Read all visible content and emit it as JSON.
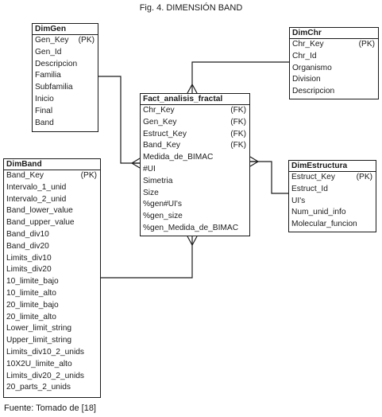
{
  "figure_title": "Fig. 4. DIMENSIÓN BAND",
  "source": "Fuente: Tomado de [18]",
  "entities": {
    "dimgen": {
      "name": "DimGen",
      "fields": [
        {
          "name": "Gen_Key",
          "key": "(PK)"
        },
        {
          "name": "Gen_Id",
          "key": ""
        },
        {
          "name": "Descripcion",
          "key": ""
        },
        {
          "name": "Familia",
          "key": ""
        },
        {
          "name": "Subfamilia",
          "key": ""
        },
        {
          "name": "Inicio",
          "key": ""
        },
        {
          "name": "Final",
          "key": ""
        },
        {
          "name": "Band",
          "key": ""
        }
      ]
    },
    "dimchr": {
      "name": "DimChr",
      "fields": [
        {
          "name": "Chr_Key",
          "key": "(PK)"
        },
        {
          "name": "Chr_Id",
          "key": ""
        },
        {
          "name": "Organismo",
          "key": ""
        },
        {
          "name": "Division",
          "key": ""
        },
        {
          "name": "Descripcion",
          "key": ""
        }
      ]
    },
    "fact": {
      "name": "Fact_analisis_fractal",
      "fields": [
        {
          "name": "Chr_Key",
          "key": "(FK)"
        },
        {
          "name": "Gen_Key",
          "key": "(FK)"
        },
        {
          "name": "Estruct_Key",
          "key": "(FK)"
        },
        {
          "name": "Band_Key",
          "key": "(FK)"
        },
        {
          "name": "Medida_de_BIMAC",
          "key": ""
        },
        {
          "name": "#UI",
          "key": ""
        },
        {
          "name": "Simetria",
          "key": ""
        },
        {
          "name": "Size",
          "key": ""
        },
        {
          "name": "%gen#UI's",
          "key": ""
        },
        {
          "name": "%gen_size",
          "key": ""
        },
        {
          "name": "%gen_Medida_de_BIMAC",
          "key": ""
        }
      ]
    },
    "dimestructura": {
      "name": "DimEstructura",
      "fields": [
        {
          "name": "Estruct_Key",
          "key": "(PK)"
        },
        {
          "name": "Estruct_Id",
          "key": ""
        },
        {
          "name": "UI's",
          "key": ""
        },
        {
          "name": "Num_unid_info",
          "key": ""
        },
        {
          "name": "Molecular_funcion",
          "key": ""
        }
      ]
    },
    "dimband": {
      "name": "DimBand",
      "fields": [
        {
          "name": "Band_Key",
          "key": "(PK)"
        },
        {
          "name": "Intervalo_1_unid",
          "key": ""
        },
        {
          "name": "Intervalo_2_unid",
          "key": ""
        },
        {
          "name": "Band_lower_value",
          "key": ""
        },
        {
          "name": "Band_upper_value",
          "key": ""
        },
        {
          "name": "Band_div10",
          "key": ""
        },
        {
          "name": "Band_div20",
          "key": ""
        },
        {
          "name": "Limits_div10",
          "key": ""
        },
        {
          "name": "Limits_div20",
          "key": ""
        },
        {
          "name": "10_limite_bajo",
          "key": ""
        },
        {
          "name": "10_limite_alto",
          "key": ""
        },
        {
          "name": "20_limite_bajo",
          "key": ""
        },
        {
          "name": "20_limite_alto",
          "key": ""
        },
        {
          "name": "Lower_limit_string",
          "key": ""
        },
        {
          "name": "Upper_limit_string",
          "key": ""
        },
        {
          "name": "Limits_div10_2_unids",
          "key": ""
        },
        {
          "name": "10X2U_limite_alto",
          "key": ""
        },
        {
          "name": "Limits_div20_2_unids",
          "key": ""
        },
        {
          "name": "20_parts_2_unids",
          "key": ""
        }
      ]
    }
  }
}
